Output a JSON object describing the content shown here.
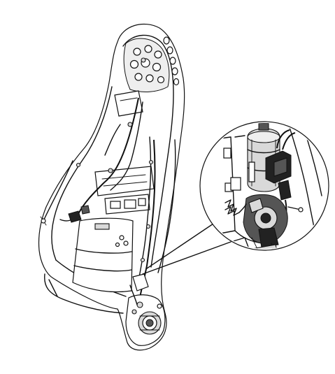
{
  "figure": {
    "subject": "seat-back-frame-with-detail-callout",
    "colors": {
      "line": "#111111",
      "background": "#ffffff",
      "shade_light": "#d9d9d9",
      "shade_dark": "#555555"
    },
    "parts": [
      "seat-back-frame",
      "head-restraint-area",
      "wire-harness",
      "recliner-mechanism",
      "callout-circle",
      "electric-motor",
      "motor-connector",
      "recliner-gear",
      "return-spring"
    ]
  }
}
